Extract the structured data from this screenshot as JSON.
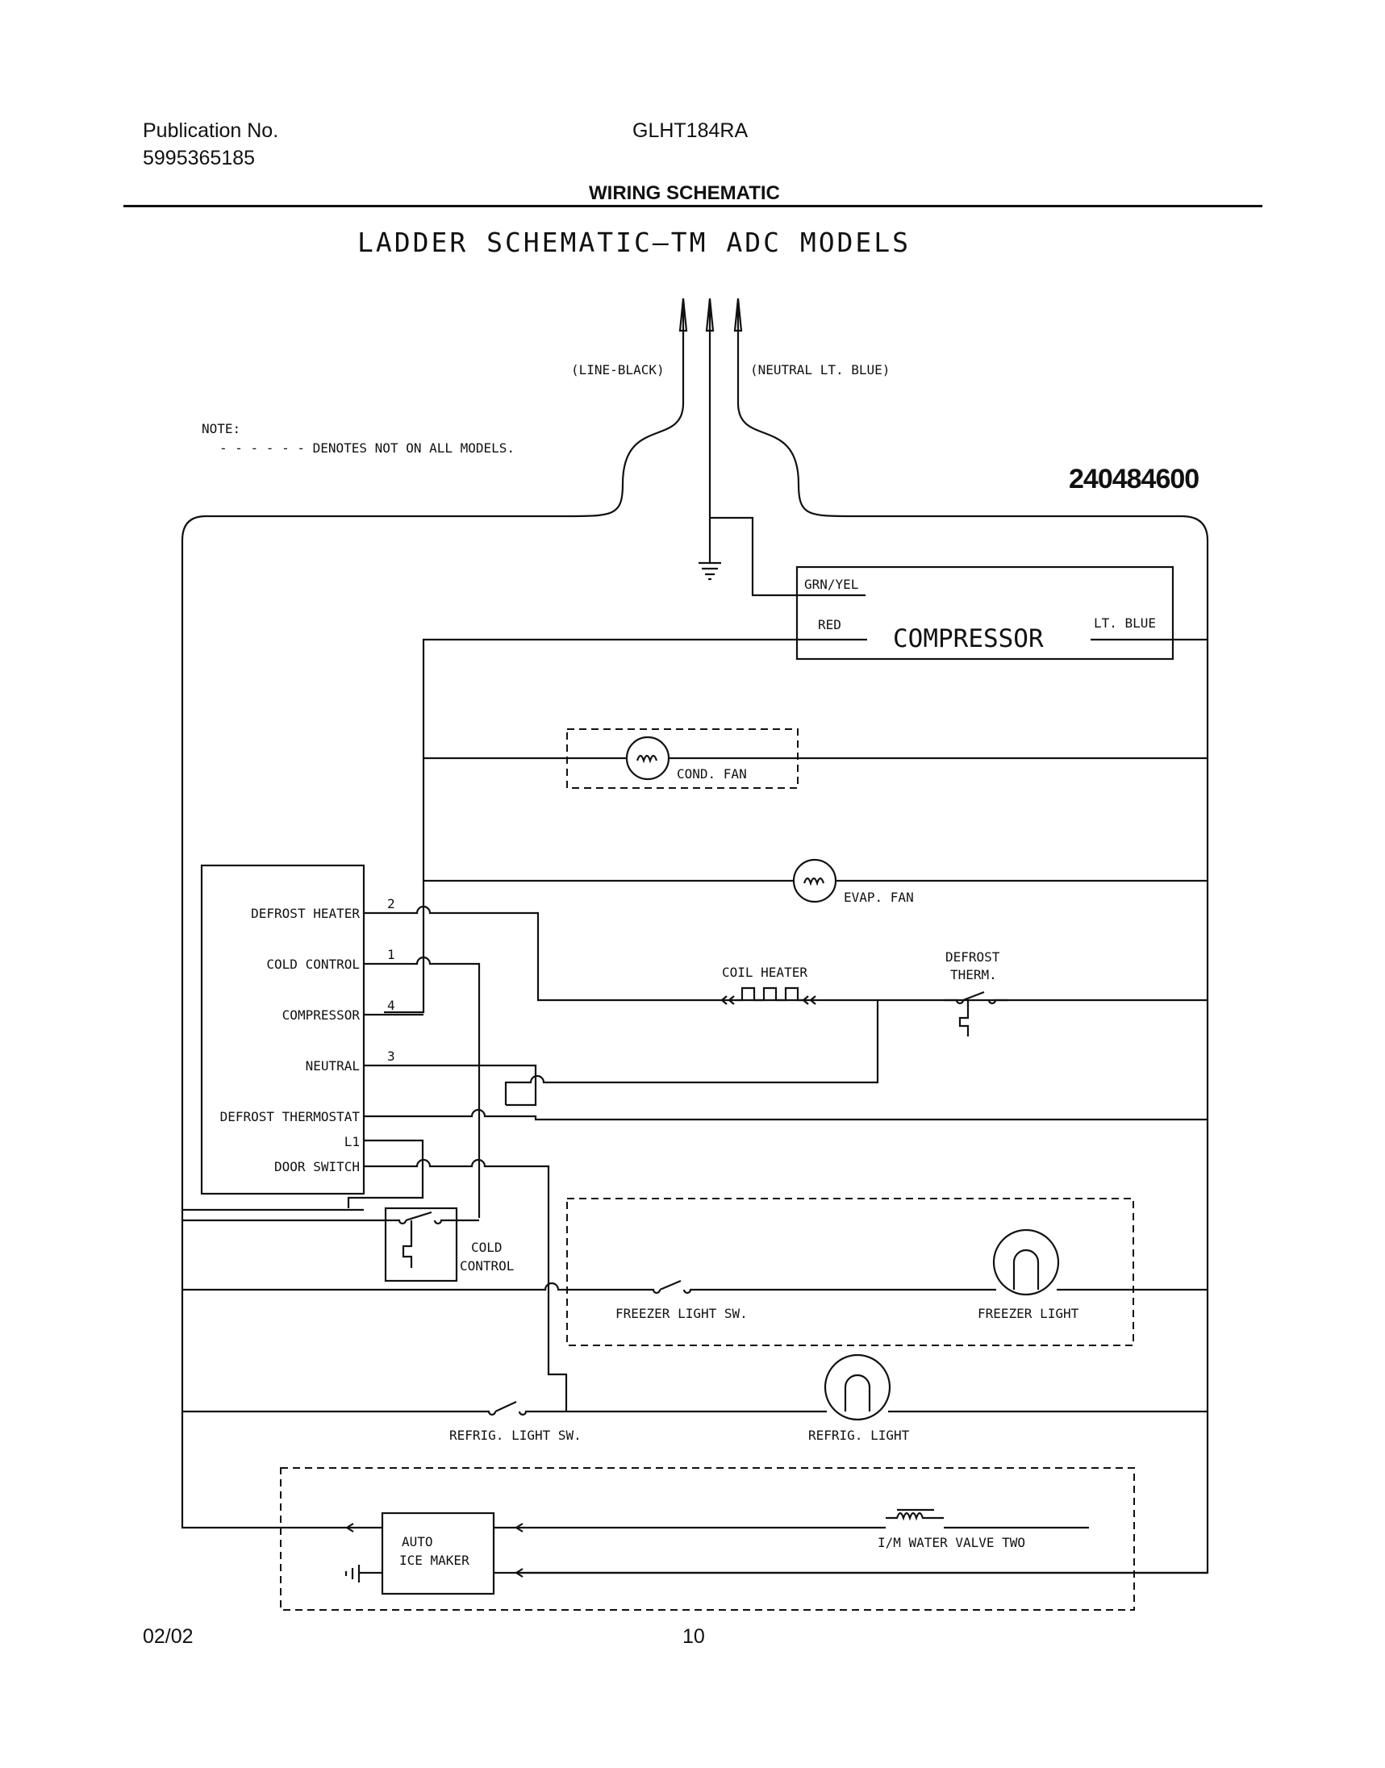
{
  "header": {
    "publication_label": "Publication No.",
    "publication_number": "5995365185",
    "model": "GLHT184RA",
    "section_title": "WIRING SCHEMATIC"
  },
  "diagram": {
    "title": "LADDER SCHEMATIC—TM ADC MODELS",
    "document_number": "240484600",
    "note_label": "NOTE:",
    "note_text": "- - - - - - DENOTES NOT ON ALL MODELS.",
    "line_label": "(LINE-BLACK)",
    "neutral_label": "(NEUTRAL LT. BLUE)",
    "compressor": {
      "name": "COMPRESSOR",
      "terminal_ground": "GRN/YEL",
      "terminal_red": "RED",
      "terminal_blue": "LT. BLUE"
    },
    "components": {
      "cond_fan": "COND. FAN",
      "evap_fan": "EVAP. FAN",
      "coil_heater": "COIL HEATER",
      "defrost_therm_line1": "DEFROST",
      "defrost_therm_line2": "THERM.",
      "cold_control_line1": "COLD",
      "cold_control_line2": "CONTROL",
      "freezer_light_sw": "FREEZER LIGHT SW.",
      "freezer_light": "FREEZER LIGHT",
      "refrig_light_sw": "REFRIG. LIGHT SW.",
      "refrig_light": "REFRIG. LIGHT",
      "ice_maker_line1": "AUTO",
      "ice_maker_line2": "ICE MAKER",
      "water_valve": "I/M WATER VALVE TWO"
    },
    "timer_terminals": [
      {
        "label": "DEFROST HEATER",
        "pin": "2"
      },
      {
        "label": "COLD CONTROL",
        "pin": "1"
      },
      {
        "label": "COMPRESSOR",
        "pin": "4"
      },
      {
        "label": "NEUTRAL",
        "pin": "3"
      },
      {
        "label": "DEFROST THERMOSTAT",
        "pin": ""
      },
      {
        "label": "L1",
        "pin": ""
      },
      {
        "label": "DOOR SWITCH",
        "pin": ""
      }
    ]
  },
  "footer": {
    "date": "02/02",
    "page": "10"
  }
}
